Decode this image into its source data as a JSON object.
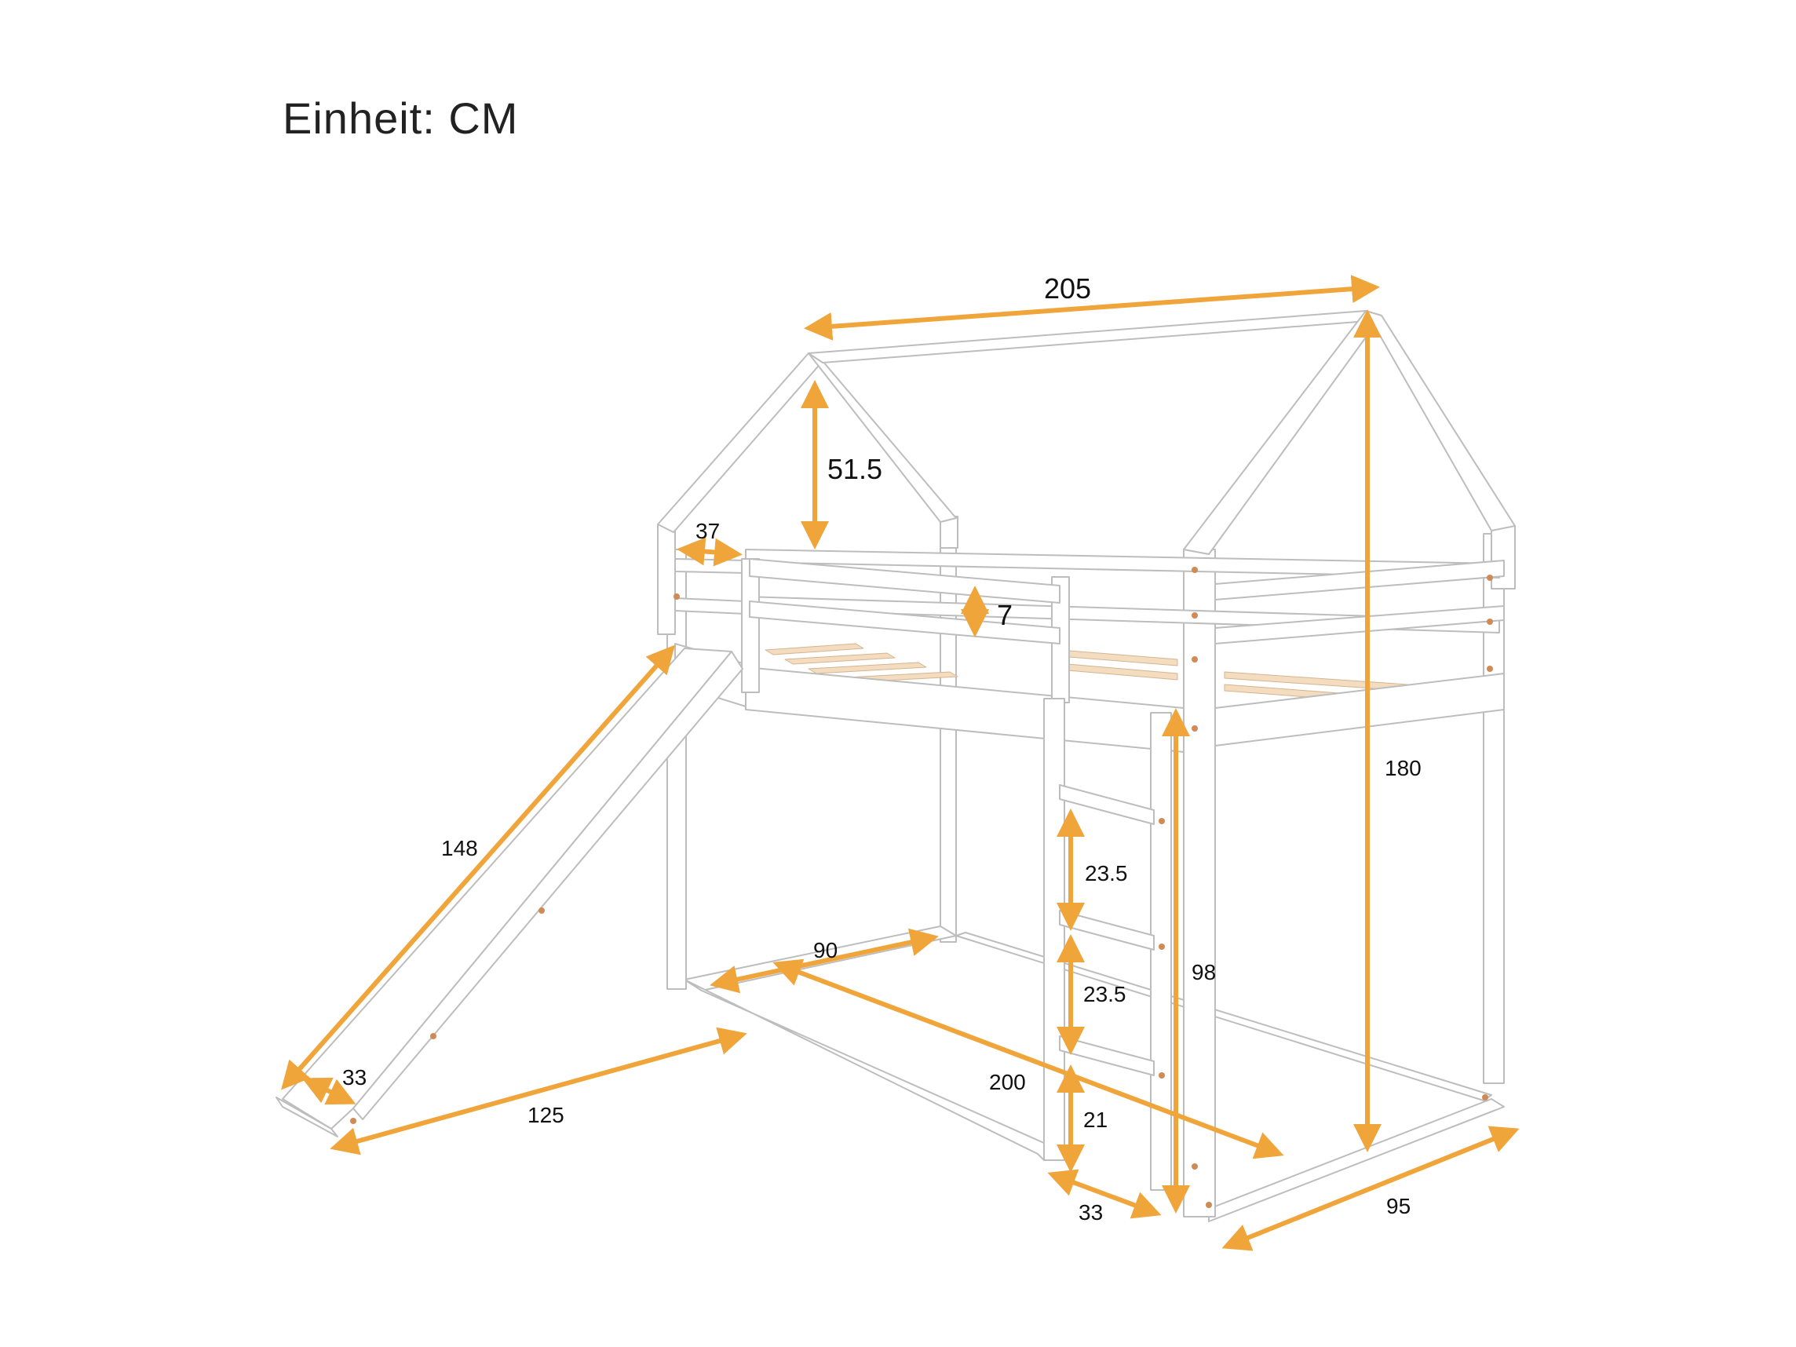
{
  "title": "Einheit: CM",
  "colors": {
    "frame": "#ffffff",
    "frame_edge": "#c8c8c8",
    "arrow": "#f0a53b",
    "slat": "#f3dcc0",
    "dowel": "#d08a55"
  },
  "dimensions": {
    "length_top": "205",
    "roof_height": "51.5",
    "roof_offset": "37",
    "rail_gap": "7",
    "total_height": "180",
    "slide_length": "148",
    "ladder_step_upper": "23.5",
    "ladder_step_lower": "23.5",
    "lower_width": "90",
    "under_height": "98",
    "slide_width": "33",
    "slide_reach": "125",
    "bed_length": "200",
    "ladder_bottom": "21",
    "ladder_width": "33",
    "bed_width": "95"
  }
}
